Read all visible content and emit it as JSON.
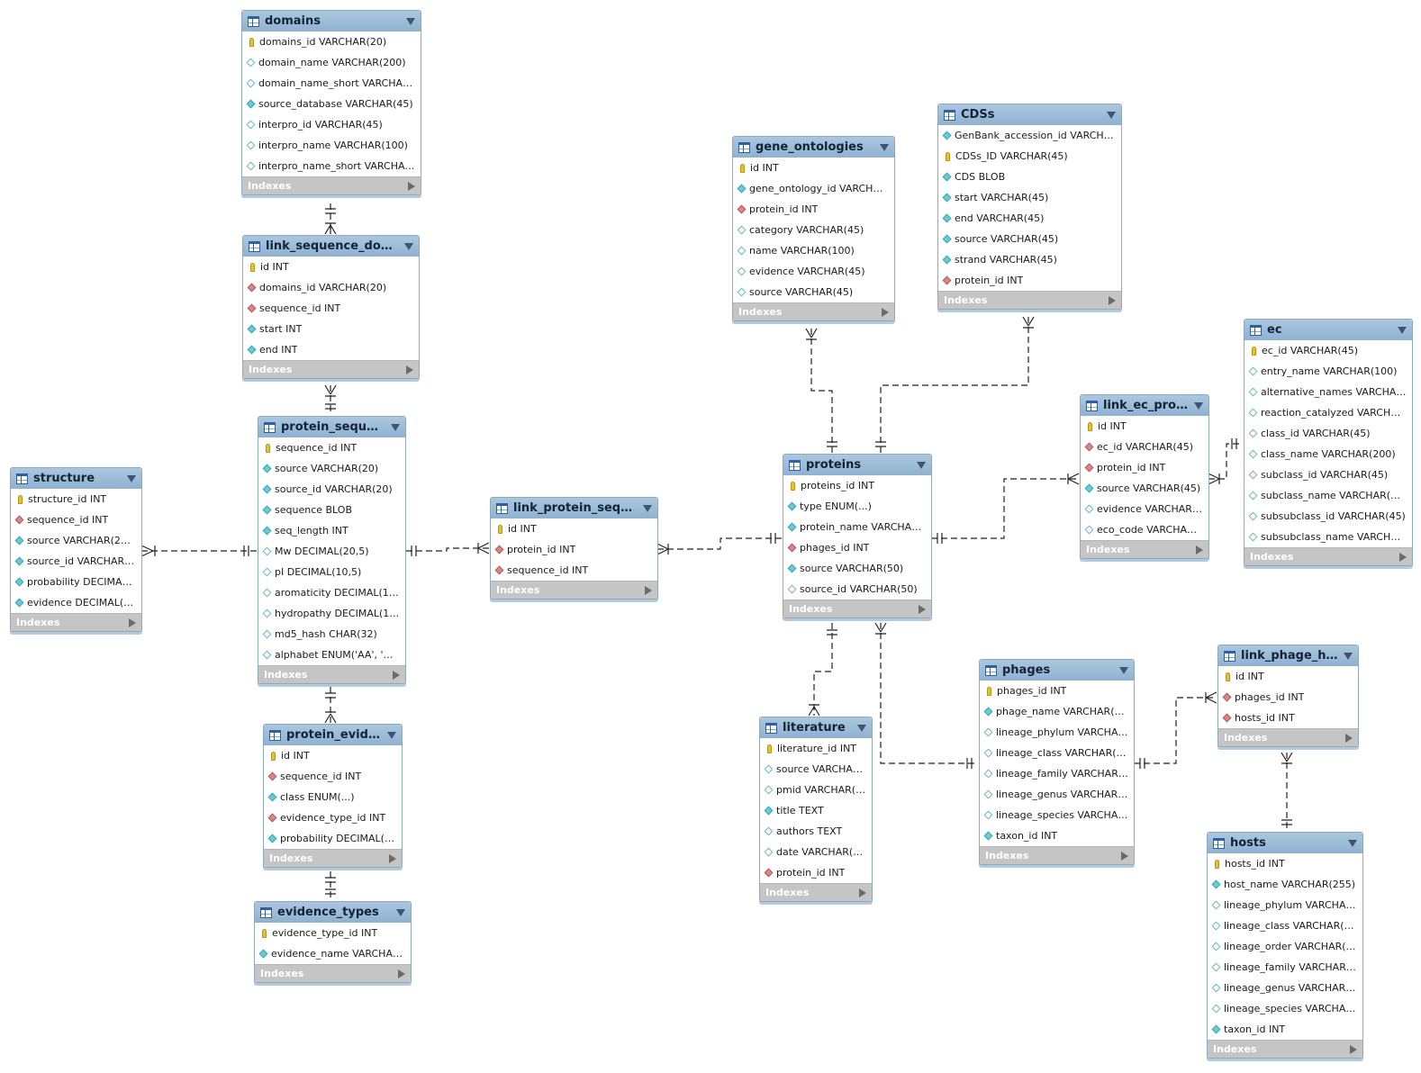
{
  "indexes_label": "Indexes",
  "colors": {
    "header": "#98bad6",
    "footer": "#c5c5c5",
    "pk": "#e8c22e",
    "fk": "#d98686",
    "attr": "#66ccd8"
  },
  "tables": [
    {
      "id": "domains",
      "name": "domains",
      "columns": [
        {
          "text": "domains_id VARCHAR(20)",
          "icon": "pk"
        },
        {
          "text": "domain_name VARCHAR(200)",
          "icon": "attr-null"
        },
        {
          "text": "domain_name_short VARCHAR(10...",
          "icon": "attr-null"
        },
        {
          "text": "source_database VARCHAR(45)",
          "icon": "attr"
        },
        {
          "text": "interpro_id VARCHAR(45)",
          "icon": "attr-null"
        },
        {
          "text": "interpro_name VARCHAR(100)",
          "icon": "attr-null"
        },
        {
          "text": "interpro_name_short VARCHAR(45)",
          "icon": "attr-null"
        }
      ]
    },
    {
      "id": "link_sequence_domains",
      "name": "link_sequence_domai...",
      "columns": [
        {
          "text": "id INT",
          "icon": "pk"
        },
        {
          "text": "domains_id VARCHAR(20)",
          "icon": "fk"
        },
        {
          "text": "sequence_id INT",
          "icon": "fk"
        },
        {
          "text": "start INT",
          "icon": "attr"
        },
        {
          "text": "end INT",
          "icon": "attr"
        }
      ]
    },
    {
      "id": "protein_sequences",
      "name": "protein_sequenc...",
      "columns": [
        {
          "text": "sequence_id INT",
          "icon": "pk"
        },
        {
          "text": "source VARCHAR(20)",
          "icon": "attr"
        },
        {
          "text": "source_id VARCHAR(20)",
          "icon": "attr"
        },
        {
          "text": "sequence BLOB",
          "icon": "attr"
        },
        {
          "text": "seq_length INT",
          "icon": "attr"
        },
        {
          "text": "Mw DECIMAL(20,5)",
          "icon": "attr-null"
        },
        {
          "text": "pI DECIMAL(10,5)",
          "icon": "attr-null"
        },
        {
          "text": "aromaticity DECIMAL(10,5)",
          "icon": "attr-null"
        },
        {
          "text": "hydropathy DECIMAL(10,5)",
          "icon": "attr-null"
        },
        {
          "text": "md5_hash CHAR(32)",
          "icon": "attr-null"
        },
        {
          "text": "alphabet ENUM('AA', 'NA')",
          "icon": "attr-null"
        }
      ]
    },
    {
      "id": "structure",
      "name": "structure",
      "columns": [
        {
          "text": "structure_id INT",
          "icon": "pk"
        },
        {
          "text": "sequence_id INT",
          "icon": "fk"
        },
        {
          "text": "source VARCHAR(255)",
          "icon": "attr"
        },
        {
          "text": "source_id VARCHAR(10...",
          "icon": "attr"
        },
        {
          "text": "probability DECIMAL(5,4)",
          "icon": "attr"
        },
        {
          "text": "evidence DECIMAL(5,4)",
          "icon": "attr"
        }
      ]
    },
    {
      "id": "protein_evidence",
      "name": "protein_eviden...",
      "columns": [
        {
          "text": "id INT",
          "icon": "pk"
        },
        {
          "text": "sequence_id INT",
          "icon": "fk"
        },
        {
          "text": "class ENUM(...)",
          "icon": "attr"
        },
        {
          "text": "evidence_type_id INT",
          "icon": "fk"
        },
        {
          "text": "probability DECIMAL(5,4)",
          "icon": "attr"
        }
      ]
    },
    {
      "id": "evidence_types",
      "name": "evidence_types",
      "columns": [
        {
          "text": "evidence_type_id INT",
          "icon": "pk"
        },
        {
          "text": "evidence_name VARCHAR(10...",
          "icon": "attr"
        }
      ]
    },
    {
      "id": "link_protein_sequences",
      "name": "link_protein_sequen...",
      "columns": [
        {
          "text": "id INT",
          "icon": "pk"
        },
        {
          "text": "protein_id INT",
          "icon": "fk"
        },
        {
          "text": "sequence_id INT",
          "icon": "fk"
        }
      ]
    },
    {
      "id": "gene_ontologies",
      "name": "gene_ontologies",
      "columns": [
        {
          "text": "id INT",
          "icon": "pk"
        },
        {
          "text": "gene_ontology_id VARCHAR(2...",
          "icon": "attr"
        },
        {
          "text": "protein_id INT",
          "icon": "fk"
        },
        {
          "text": "category VARCHAR(45)",
          "icon": "attr-null"
        },
        {
          "text": "name VARCHAR(100)",
          "icon": "attr-null"
        },
        {
          "text": "evidence VARCHAR(45)",
          "icon": "attr-null"
        },
        {
          "text": "source VARCHAR(45)",
          "icon": "attr-null"
        }
      ]
    },
    {
      "id": "cdss",
      "name": "CDSs",
      "columns": [
        {
          "text": "GenBank_accession_id VARCHAR(4...",
          "icon": "attr"
        },
        {
          "text": "CDSs_ID VARCHAR(45)",
          "icon": "pk"
        },
        {
          "text": "CDS BLOB",
          "icon": "attr"
        },
        {
          "text": "start VARCHAR(45)",
          "icon": "attr"
        },
        {
          "text": "end VARCHAR(45)",
          "icon": "attr"
        },
        {
          "text": "source VARCHAR(45)",
          "icon": "attr"
        },
        {
          "text": "strand VARCHAR(45)",
          "icon": "attr"
        },
        {
          "text": "protein_id INT",
          "icon": "fk"
        }
      ]
    },
    {
      "id": "proteins",
      "name": "proteins",
      "columns": [
        {
          "text": "proteins_id INT",
          "icon": "pk"
        },
        {
          "text": "type ENUM(...)",
          "icon": "attr"
        },
        {
          "text": "protein_name VARCHAR(25...",
          "icon": "attr"
        },
        {
          "text": "phages_id INT",
          "icon": "fk"
        },
        {
          "text": "source VARCHAR(50)",
          "icon": "attr"
        },
        {
          "text": "source_id VARCHAR(50)",
          "icon": "attr-null"
        }
      ]
    },
    {
      "id": "link_ec_protein",
      "name": "link_ec_protein",
      "columns": [
        {
          "text": "id INT",
          "icon": "pk"
        },
        {
          "text": "ec_id VARCHAR(45)",
          "icon": "fk"
        },
        {
          "text": "protein_id INT",
          "icon": "fk"
        },
        {
          "text": "source VARCHAR(45)",
          "icon": "attr"
        },
        {
          "text": "evidence VARCHAR(100)",
          "icon": "attr-null"
        },
        {
          "text": "eco_code VARCHAR(45)",
          "icon": "attr-null"
        }
      ]
    },
    {
      "id": "ec",
      "name": "ec",
      "columns": [
        {
          "text": "ec_id VARCHAR(45)",
          "icon": "pk"
        },
        {
          "text": "entry_name VARCHAR(100)",
          "icon": "attr-null"
        },
        {
          "text": "alternative_names VARCHAR(200)",
          "icon": "attr-null"
        },
        {
          "text": "reaction_catalyzed VARCHAR(300)",
          "icon": "attr-null"
        },
        {
          "text": "class_id VARCHAR(45)",
          "icon": "attr-null"
        },
        {
          "text": "class_name VARCHAR(200)",
          "icon": "attr-null"
        },
        {
          "text": "subclass_id VARCHAR(45)",
          "icon": "attr-null"
        },
        {
          "text": "subclass_name VARCHAR(200)",
          "icon": "attr-null"
        },
        {
          "text": "subsubclass_id VARCHAR(45)",
          "icon": "attr-null"
        },
        {
          "text": "subsubclass_name VARCHAR(20...",
          "icon": "attr-null"
        }
      ]
    },
    {
      "id": "literature",
      "name": "literature",
      "columns": [
        {
          "text": "literature_id INT",
          "icon": "pk"
        },
        {
          "text": "source VARCHAR(5...",
          "icon": "attr-null"
        },
        {
          "text": "pmid VARCHAR(50)",
          "icon": "attr-null"
        },
        {
          "text": "title TEXT",
          "icon": "attr"
        },
        {
          "text": "authors TEXT",
          "icon": "attr-null"
        },
        {
          "text": "date VARCHAR(10)",
          "icon": "attr-null"
        },
        {
          "text": "protein_id INT",
          "icon": "fk"
        }
      ]
    },
    {
      "id": "phages",
      "name": "phages",
      "columns": [
        {
          "text": "phages_id INT",
          "icon": "pk"
        },
        {
          "text": "phage_name VARCHAR(255)",
          "icon": "attr"
        },
        {
          "text": "lineage_phylum VARCHAR(10...",
          "icon": "attr-null"
        },
        {
          "text": "lineage_class VARCHAR(100)",
          "icon": "attr-null"
        },
        {
          "text": "lineage_family VARCHAR(100)",
          "icon": "attr-null"
        },
        {
          "text": "lineage_genus VARCHAR(100)",
          "icon": "attr-null"
        },
        {
          "text": "lineage_species VARCHAR(100)",
          "icon": "attr-null"
        },
        {
          "text": "taxon_id INT",
          "icon": "attr"
        }
      ]
    },
    {
      "id": "link_phage_hosts",
      "name": "link_phage_ho...",
      "columns": [
        {
          "text": "id INT",
          "icon": "pk"
        },
        {
          "text": "phages_id INT",
          "icon": "fk"
        },
        {
          "text": "hosts_id INT",
          "icon": "fk"
        }
      ]
    },
    {
      "id": "hosts",
      "name": "hosts",
      "columns": [
        {
          "text": "hosts_id INT",
          "icon": "pk"
        },
        {
          "text": "host_name VARCHAR(255)",
          "icon": "attr"
        },
        {
          "text": "lineage_phylum VARCHAR(25...",
          "icon": "attr-null"
        },
        {
          "text": "lineage_class VARCHAR(255)",
          "icon": "attr-null"
        },
        {
          "text": "lineage_order VARCHAR(255)",
          "icon": "attr-null"
        },
        {
          "text": "lineage_family VARCHAR(255)",
          "icon": "attr-null"
        },
        {
          "text": "lineage_genus VARCHAR(255)",
          "icon": "attr-null"
        },
        {
          "text": "lineage_species VARCHAR(255)",
          "icon": "attr-null"
        },
        {
          "text": "taxon_id INT",
          "icon": "attr"
        }
      ]
    }
  ]
}
